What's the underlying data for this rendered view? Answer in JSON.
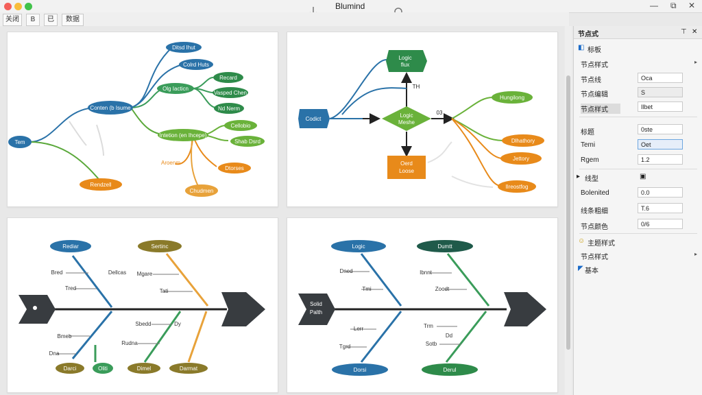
{
  "window": {
    "title": "Blumind",
    "restore_glyph": "⧉",
    "close_glyph": "✕",
    "minimize_glyph": "—"
  },
  "tabs": [
    {
      "label": "关闭"
    },
    {
      "label": "B"
    },
    {
      "label": "已"
    },
    {
      "label": "数据"
    }
  ],
  "maps": {
    "mindmap1": {
      "root": "Tem",
      "center": "Conten (b Isume",
      "top_nodes": [
        "Ditsd Ihut",
        "Colrd Huts"
      ],
      "mid": "Olg Iacticn",
      "mid_children": [
        "Recard",
        "Vasped Chen",
        "Nd Nerm"
      ],
      "lower": "Intetion (en Ihcepe)",
      "lower_children": [
        "Cellobio",
        "Shab Dsrd",
        "Dtorses"
      ],
      "lower_left": "Aroenm",
      "lower_bottom": "Chudmen",
      "orange_node": "Rendzell"
    },
    "mindmap2": {
      "left": "Codict",
      "top": [
        "Logic",
        "flux"
      ],
      "center": [
        "Logic",
        "Meshe"
      ],
      "bottom": [
        "Oerd",
        "Loose"
      ],
      "right_top": "Hungilong",
      "right_children": [
        "Dlhathory",
        "Jettory",
        "Ilreostfog"
      ],
      "label_th": "TH",
      "label_03": "03"
    },
    "fishbone1": {
      "head_label": "",
      "top_left": "Rediar",
      "top_right": "Sertinc",
      "bottom_left": "Darci",
      "bottom_mid": "Oliti",
      "bottom_mid2": "Dimel",
      "bottom_right": "Darmat",
      "left_labels": [
        "Bred",
        "Tred",
        "Bmeb",
        "Dna"
      ],
      "mid_labels": [
        "Dellcas",
        "Mgare",
        "Tati",
        "Sbedd",
        "Rudna",
        "Dy"
      ]
    },
    "fishbone2": {
      "head_label": [
        "Solid",
        "Palth"
      ],
      "top_left": "Logic",
      "top_right": "Dumtt",
      "bottom_left": "Dorsi",
      "bottom_right": "Derul",
      "left_labels": [
        "Dned",
        "Tmi",
        "Lerr",
        "Tgrd"
      ],
      "right_labels": [
        "Ibnnt",
        "Zoodt",
        "Trm",
        "Dd",
        "Sotb"
      ]
    }
  },
  "sidebar": {
    "title": "节点式",
    "section": "标板",
    "rows": [
      {
        "label": "节点样式",
        "value": ""
      },
      {
        "label": "节点线",
        "value": "Oca"
      },
      {
        "label": "节点编辑",
        "value": "S"
      },
      {
        "label": "节点样式",
        "value": "Ilbet"
      },
      {
        "label": "标题",
        "value": "0ste"
      },
      {
        "label": "Temi",
        "value": "Oet"
      },
      {
        "label": "Rgem",
        "value": "1.2"
      },
      {
        "label": "线型",
        "value": ""
      },
      {
        "label": "Bolenited",
        "value": "0.0"
      },
      {
        "label": "线条粗细",
        "value": "T.6"
      },
      {
        "label": "节点颜色",
        "value": "0/6"
      },
      {
        "label": "主题样式",
        "value": ""
      },
      {
        "label": "节点样式",
        "value": ""
      },
      {
        "label": "基本",
        "value": ""
      }
    ]
  }
}
